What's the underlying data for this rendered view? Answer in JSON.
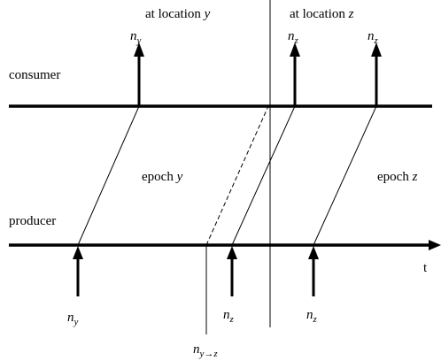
{
  "labels": {
    "location_y_prefix": "at location ",
    "location_y_var": "y",
    "location_z_prefix": "at location ",
    "location_z_var": "z",
    "consumer": "consumer",
    "producer": "producer",
    "epoch_y_prefix": "epoch ",
    "epoch_y_var": "y",
    "epoch_z_prefix": "epoch ",
    "epoch_z_var": "z",
    "time_axis": "t"
  },
  "symbols": {
    "n": "n",
    "y": "y",
    "z": "z",
    "y_to_z": "y→z"
  },
  "colors": {
    "ink": "#000000",
    "background": "#ffffff"
  }
}
